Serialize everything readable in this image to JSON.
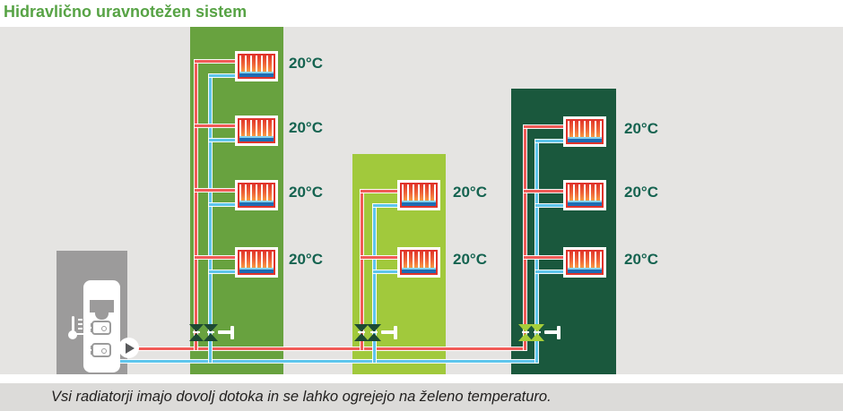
{
  "title": "Hidravlično uravnotežen sistem",
  "caption": "Vsi radiatorji imajo dovolj dotoka in se lahko ogrejejo na želeno temperaturo.",
  "colors": {
    "title_green": "#57a345",
    "label_green": "#156350",
    "supply_pipe_red": "#f15b57",
    "return_pipe_blue": "#5ec5ec",
    "building_1": "#68a23f",
    "building_2": "#a1c93c",
    "building_3": "#1a583d",
    "boiler_room_gray": "#9c9b9b",
    "valve_dark": "#1d4a33",
    "valve_lime": "#a6ce3a",
    "radiator_red": "#e0332b",
    "radiator_return_blue": "#1d6cb4",
    "background_band": "#e5e4e2",
    "caption_bar": "#dcdbd9"
  },
  "boiler_room": {
    "icons": [
      "thermometer-icon",
      "boiler-icon",
      "pump-icon"
    ]
  },
  "buildings": [
    {
      "name": "boiler-room",
      "radiators": []
    },
    {
      "name": "building-1",
      "radiators": [
        {
          "temp": "20°C"
        },
        {
          "temp": "20°C"
        },
        {
          "temp": "20°C"
        },
        {
          "temp": "20°C"
        }
      ]
    },
    {
      "name": "building-2",
      "radiators": [
        {
          "temp": "20°C"
        },
        {
          "temp": "20°C"
        }
      ]
    },
    {
      "name": "building-3",
      "radiators": [
        {
          "temp": "20°C"
        },
        {
          "temp": "20°C"
        },
        {
          "temp": "20°C"
        }
      ]
    }
  ]
}
